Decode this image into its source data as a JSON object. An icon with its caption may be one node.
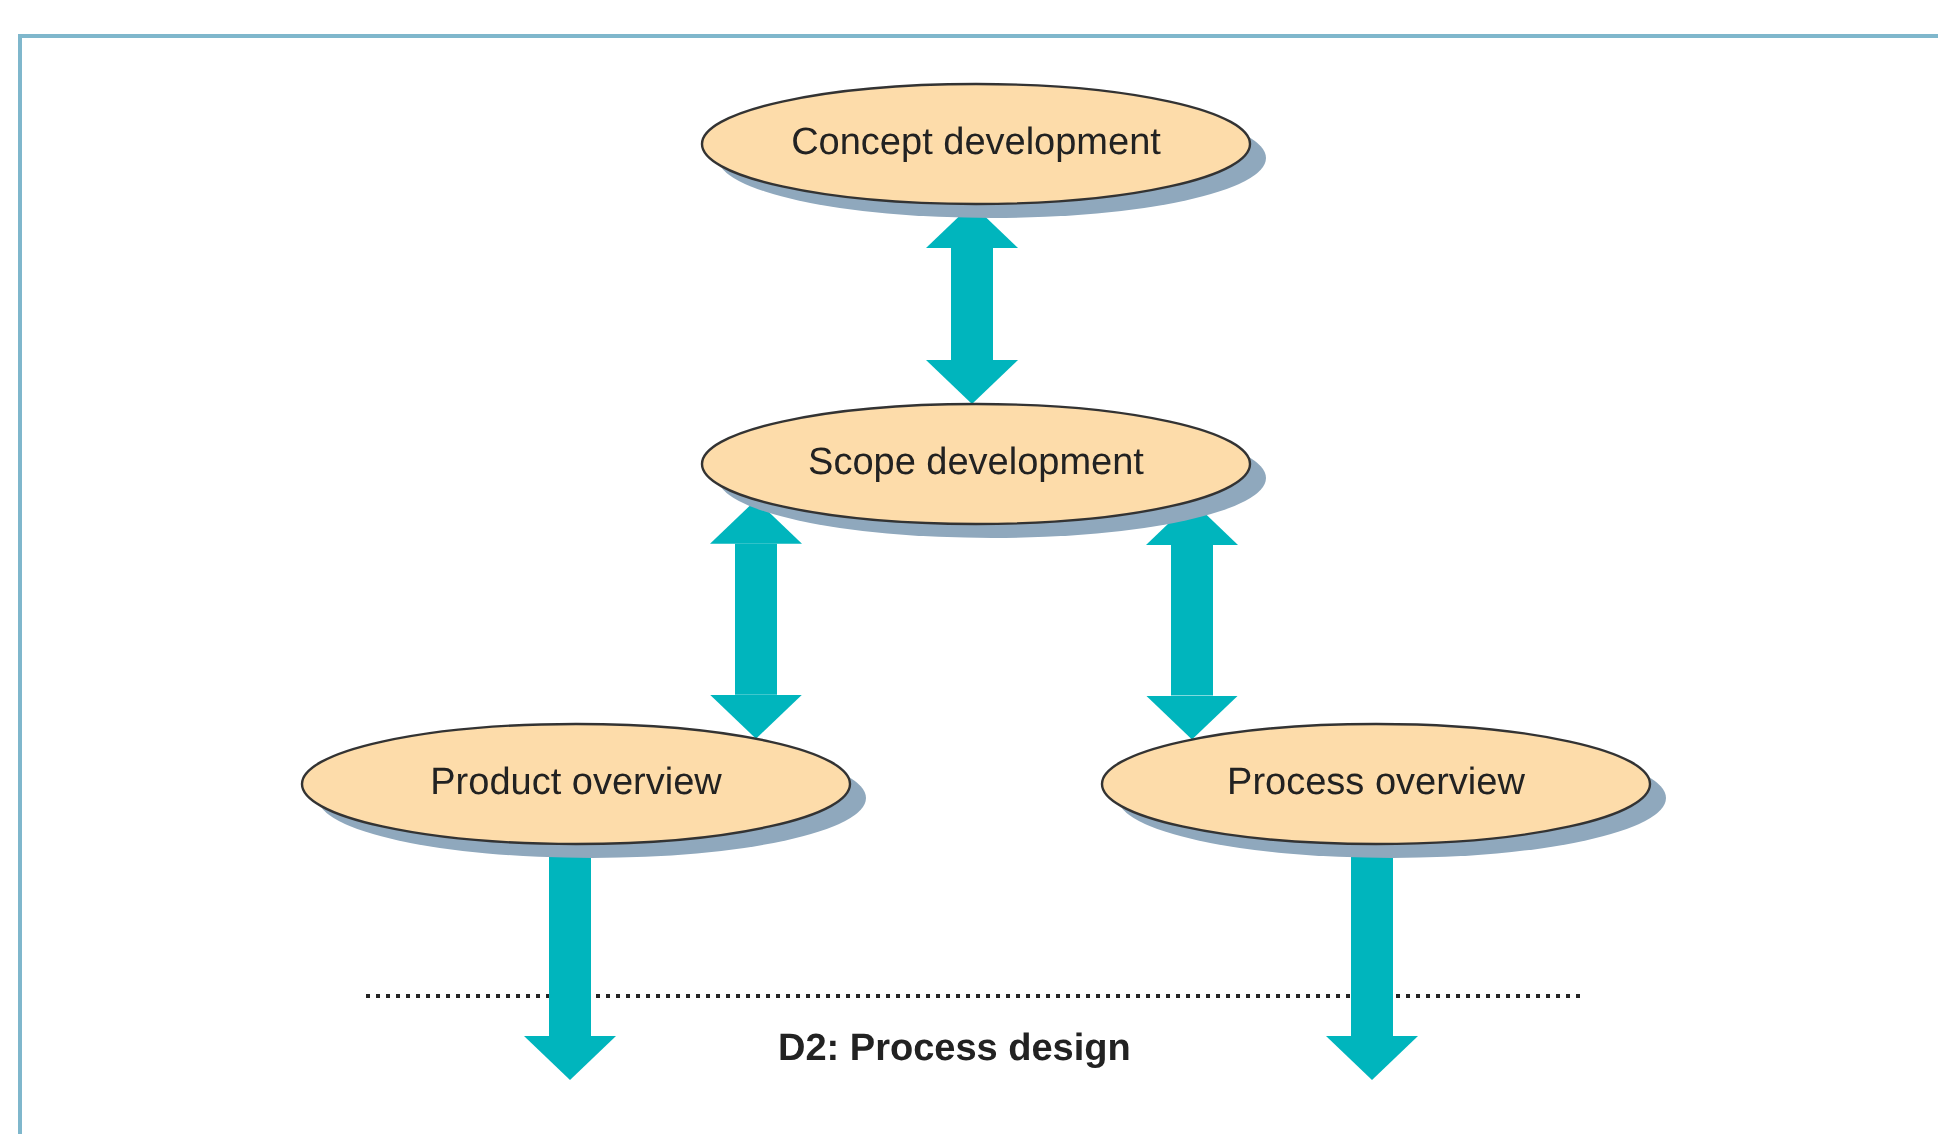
{
  "diagram": {
    "nodes": [
      {
        "text": [
          "Concept development"
        ]
      },
      {
        "text": [
          "Scope development"
        ]
      },
      {
        "text": [
          "Product overview"
        ]
      },
      {
        "text": [
          "Process overview"
        ]
      }
    ],
    "edges": [
      {
        "from": 0,
        "to": 1,
        "arrow": "both"
      },
      {
        "from": 1,
        "to": 2,
        "arrow": "both"
      },
      {
        "from": 1,
        "to": 3,
        "arrow": "both"
      },
      {
        "from": 2,
        "to": null,
        "arrow": "to"
      },
      {
        "from": 3,
        "to": null,
        "arrow": "to"
      }
    ],
    "labels": [
      "D2: Process design"
    ]
  }
}
